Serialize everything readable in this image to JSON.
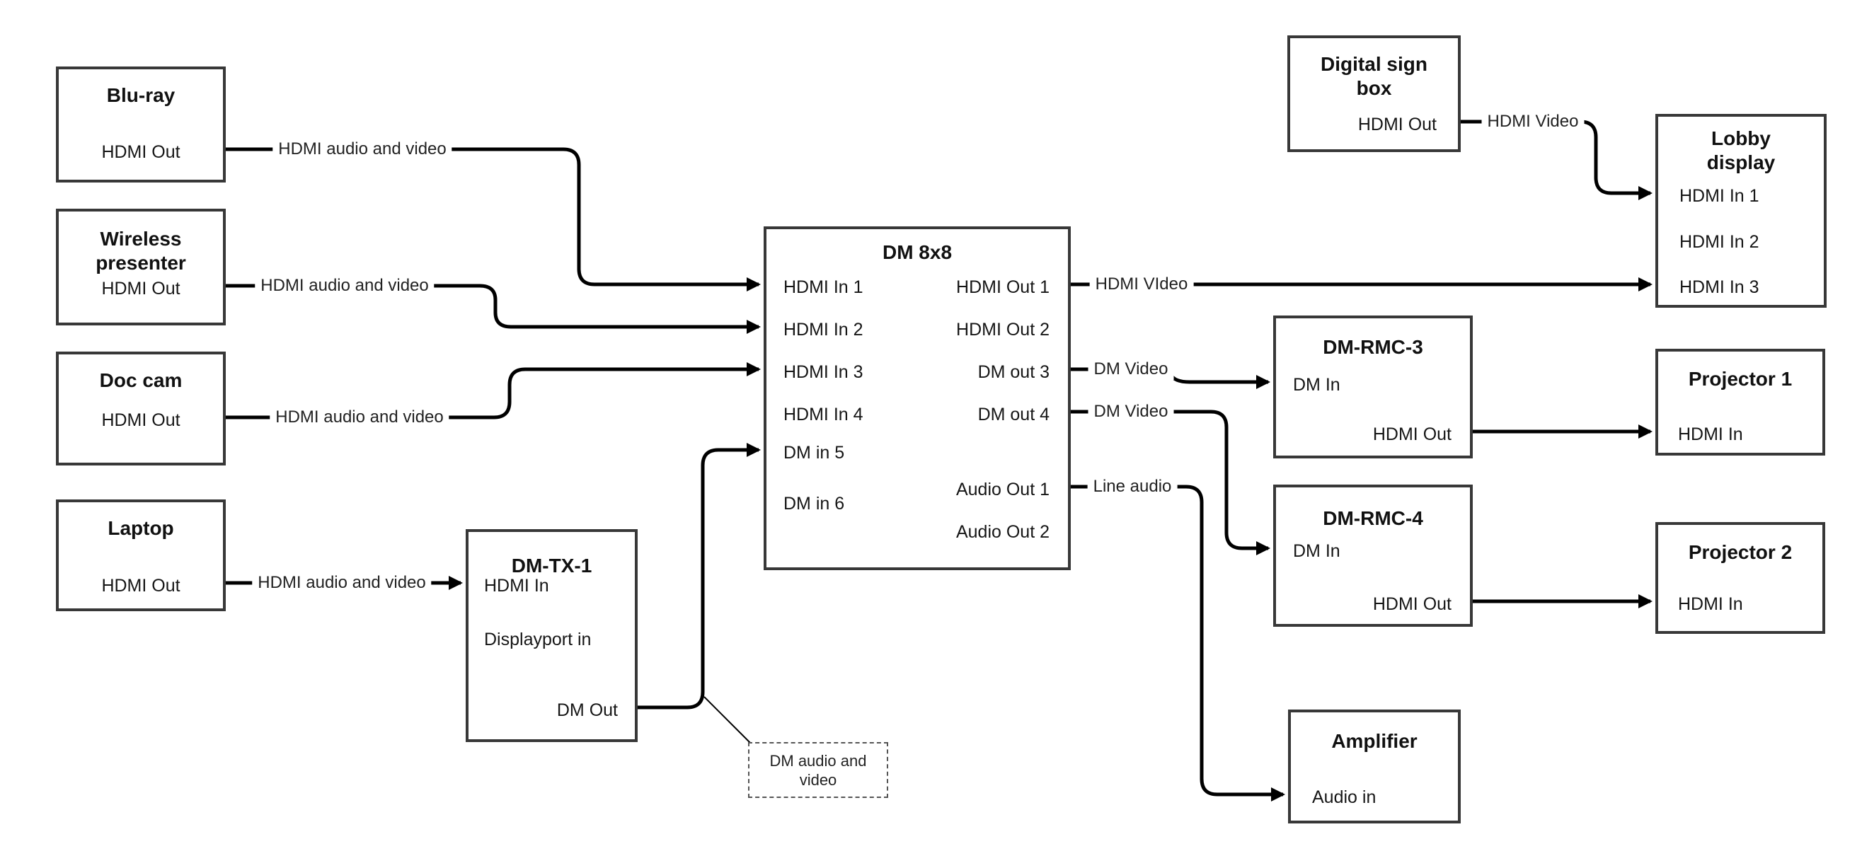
{
  "diagram": {
    "colors": {
      "background": "#ffffff",
      "wire": "#000000",
      "box_border": "#383838",
      "text": "#161616"
    },
    "nodes": {
      "bluray": {
        "title": "Blu-ray",
        "ports": [
          "HDMI Out"
        ]
      },
      "wireless_presenter": {
        "title": "Wireless presenter",
        "ports": [
          "HDMI Out"
        ]
      },
      "doc_cam": {
        "title": "Doc cam",
        "ports": [
          "HDMI Out"
        ]
      },
      "laptop": {
        "title": "Laptop",
        "ports": [
          "HDMI Out"
        ]
      },
      "dm_tx_1": {
        "title": "DM-TX-1",
        "ports_left": [
          "HDMI In",
          "Displayport in"
        ],
        "ports_right": [
          "DM Out"
        ]
      },
      "dm_8x8": {
        "title": "DM 8x8",
        "ports_left": [
          "HDMI In 1",
          "HDMI In 2",
          "HDMI In 3",
          "HDMI In 4",
          "DM in 5",
          "DM in 6"
        ],
        "ports_right": [
          "HDMI Out 1",
          "HDMI Out 2",
          "DM out 3",
          "DM out 4",
          "Audio Out 1",
          "Audio Out 2"
        ]
      },
      "digital_sign_box": {
        "title": "Digital sign box",
        "ports": [
          "HDMI Out"
        ]
      },
      "lobby_display": {
        "title": "Lobby display",
        "ports": [
          "HDMI In 1",
          "HDMI In 2",
          "HDMI In 3"
        ]
      },
      "dm_rmc_3": {
        "title": "DM-RMC-3",
        "ports_left": [
          "DM In"
        ],
        "ports_right": [
          "HDMI Out"
        ]
      },
      "dm_rmc_4": {
        "title": "DM-RMC-4",
        "ports_left": [
          "DM In"
        ],
        "ports_right": [
          "HDMI Out"
        ]
      },
      "projector_1": {
        "title": "Projector 1",
        "ports": [
          "HDMI In"
        ]
      },
      "projector_2": {
        "title": "Projector 2",
        "ports": [
          "HDMI In"
        ]
      },
      "amplifier": {
        "title": "Amplifier",
        "ports": [
          "Audio in"
        ]
      }
    },
    "edge_labels": {
      "bluray_to_dm8x8": "HDMI audio and video",
      "wireless_to_dm8x8": "HDMI audio and video",
      "doccam_to_dm8x8": "HDMI audio and video",
      "laptop_to_dmtx1": "HDMI audio and video",
      "dm8x8_out1_to_lobby": "HDMI VIdeo",
      "dm8x8_out3_to_rmc3": "DM Video",
      "dm8x8_out4_to_rmc4": "DM Video",
      "dm8x8_audio1_to_amp": "Line audio",
      "digital_sign_to_lobby": "HDMI Video",
      "dmtx1_callout": "DM audio and video"
    }
  }
}
